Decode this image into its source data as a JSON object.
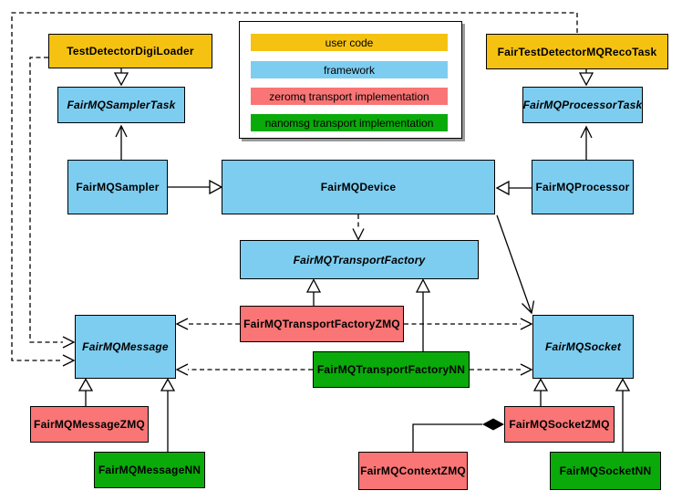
{
  "colors": {
    "user_code": "#F5C211",
    "framework": "#7DCDF0",
    "zeromq": "#FA7575",
    "nanomsg": "#0AAA0A",
    "line": "#000000",
    "background": "#FFFFFF"
  },
  "legend": {
    "items": [
      {
        "label": "user code",
        "color": "user_code"
      },
      {
        "label": "framework",
        "color": "framework"
      },
      {
        "label": "zeromq transport implementation",
        "color": "zeromq"
      },
      {
        "label": "nanomsg transport implementation",
        "color": "nanomsg"
      }
    ]
  },
  "nodes": [
    {
      "label": "TestDetectorDigiLoader",
      "category": "user_code",
      "abstract": false
    },
    {
      "label": "FairTestDetectorMQRecoTask",
      "category": "user_code",
      "abstract": false
    },
    {
      "label": "FairMQSamplerTask",
      "category": "framework",
      "abstract": true
    },
    {
      "label": "FairMQProcessorTask",
      "category": "framework",
      "abstract": true
    },
    {
      "label": "FairMQSampler",
      "category": "framework",
      "abstract": false
    },
    {
      "label": "FairMQDevice",
      "category": "framework",
      "abstract": false
    },
    {
      "label": "FairMQProcessor",
      "category": "framework",
      "abstract": false
    },
    {
      "label": "FairMQTransportFactory",
      "category": "framework",
      "abstract": true
    },
    {
      "label": "FairMQTransportFactoryZMQ",
      "category": "zeromq",
      "abstract": false
    },
    {
      "label": "FairMQTransportFactoryNN",
      "category": "nanomsg",
      "abstract": false
    },
    {
      "label": "FairMQMessage",
      "category": "framework",
      "abstract": true
    },
    {
      "label": "FairMQSocket",
      "category": "framework",
      "abstract": true
    },
    {
      "label": "FairMQMessageZMQ",
      "category": "zeromq",
      "abstract": false
    },
    {
      "label": "FairMQMessageNN",
      "category": "nanomsg",
      "abstract": false
    },
    {
      "label": "FairMQSocketZMQ",
      "category": "zeromq",
      "abstract": false
    },
    {
      "label": "FairMQSocketNN",
      "category": "nanomsg",
      "abstract": false
    },
    {
      "label": "FairMQContextZMQ",
      "category": "zeromq",
      "abstract": false
    }
  ],
  "relations": [
    {
      "from": "TestDetectorDigiLoader",
      "to": "FairMQSamplerTask",
      "type": "generalization",
      "style": "solid-hollow-triangle"
    },
    {
      "from": "FairTestDetectorMQRecoTask",
      "to": "FairMQProcessorTask",
      "type": "generalization",
      "style": "solid-hollow-triangle"
    },
    {
      "from": "FairMQSampler",
      "to": "FairMQSamplerTask",
      "type": "association",
      "style": "solid-open-arrow"
    },
    {
      "from": "FairMQProcessor",
      "to": "FairMQProcessorTask",
      "type": "association",
      "style": "solid-open-arrow"
    },
    {
      "from": "FairMQSampler",
      "to": "FairMQDevice",
      "type": "generalization",
      "style": "solid-hollow-triangle"
    },
    {
      "from": "FairMQProcessor",
      "to": "FairMQDevice",
      "type": "generalization",
      "style": "solid-hollow-triangle"
    },
    {
      "from": "FairMQDevice",
      "to": "FairMQTransportFactory",
      "type": "dependency",
      "style": "dashed-open-arrow"
    },
    {
      "from": "FairMQDevice",
      "to": "FairMQSocket",
      "type": "association",
      "style": "solid-open-arrow"
    },
    {
      "from": "FairMQTransportFactoryZMQ",
      "to": "FairMQTransportFactory",
      "type": "generalization",
      "style": "solid-hollow-triangle"
    },
    {
      "from": "FairMQTransportFactoryNN",
      "to": "FairMQTransportFactory",
      "type": "generalization",
      "style": "solid-hollow-triangle"
    },
    {
      "from": "FairMQTransportFactoryZMQ",
      "to": "FairMQMessage",
      "type": "dependency",
      "style": "dashed-open-arrow"
    },
    {
      "from": "FairMQTransportFactoryZMQ",
      "to": "FairMQSocket",
      "type": "dependency",
      "style": "dashed-open-arrow"
    },
    {
      "from": "FairMQTransportFactoryNN",
      "to": "FairMQMessage",
      "type": "dependency",
      "style": "dashed-open-arrow"
    },
    {
      "from": "FairMQTransportFactoryNN",
      "to": "FairMQSocket",
      "type": "dependency",
      "style": "dashed-open-arrow"
    },
    {
      "from": "TestDetectorDigiLoader",
      "to": "FairMQMessage",
      "type": "dependency",
      "style": "dashed-open-arrow"
    },
    {
      "from": "FairTestDetectorMQRecoTask",
      "to": "FairMQMessage",
      "type": "dependency",
      "style": "dashed-open-arrow"
    },
    {
      "from": "FairMQMessageZMQ",
      "to": "FairMQMessage",
      "type": "generalization",
      "style": "solid-hollow-triangle"
    },
    {
      "from": "FairMQMessageNN",
      "to": "FairMQMessage",
      "type": "generalization",
      "style": "solid-hollow-triangle"
    },
    {
      "from": "FairMQSocketZMQ",
      "to": "FairMQSocket",
      "type": "generalization",
      "style": "solid-hollow-triangle"
    },
    {
      "from": "FairMQSocketNN",
      "to": "FairMQSocket",
      "type": "generalization",
      "style": "solid-hollow-triangle"
    },
    {
      "from": "FairMQSocketZMQ",
      "to": "FairMQContextZMQ",
      "type": "composition",
      "style": "solid-filled-diamond"
    }
  ]
}
